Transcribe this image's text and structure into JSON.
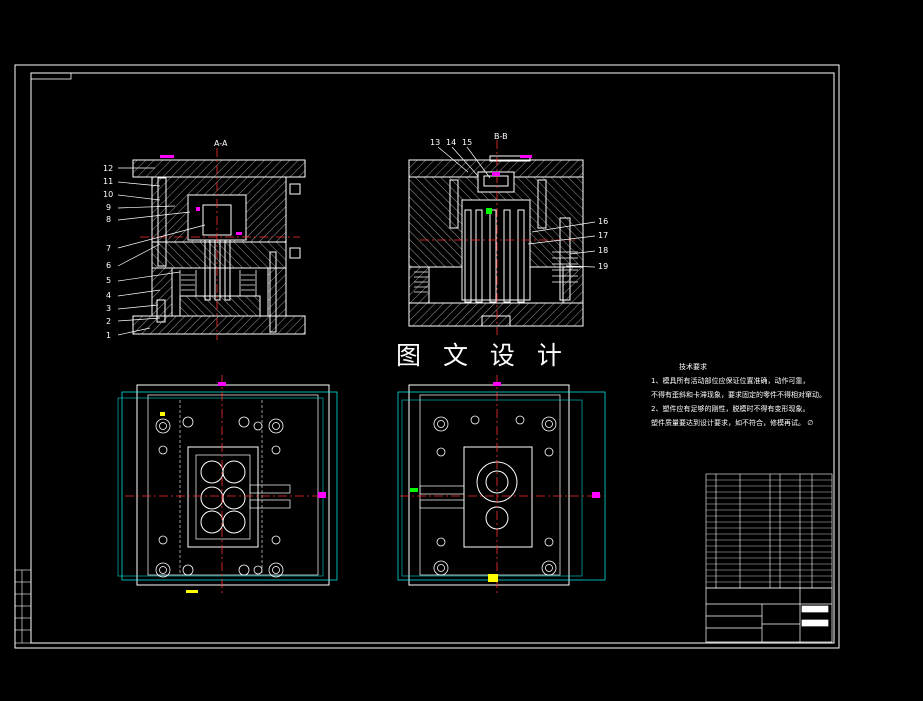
{
  "watermark": "图 文 设 计",
  "notes": {
    "title": "技术要求",
    "lines": [
      "1、模具所有活动部位应保证位置准确，动作可靠，",
      "不得有歪斜和卡滞现象，要求固定的零件不得相对窜动。",
      "2、塑件应有足够的刚性，脱模时不得有变形现象。",
      "塑件质量要达到设计要求，如不符合，修模再试。  ∅"
    ]
  },
  "view_marks": [
    "A-A",
    "B-B"
  ],
  "part_labels_left": [
    "12",
    "11",
    "10",
    "9",
    "8",
    "7",
    "6",
    "5",
    "4",
    "3",
    "2",
    "1"
  ],
  "part_labels_right": [
    "13",
    "14",
    "15",
    "16",
    "17",
    "18",
    "19"
  ],
  "colors": {
    "background": "#000000",
    "line": "#ffffff",
    "center": "#ff3030",
    "dimension": "#00ffff",
    "accent": "#ff00ff",
    "green": "#00ff00",
    "yellow": "#ffff00"
  }
}
